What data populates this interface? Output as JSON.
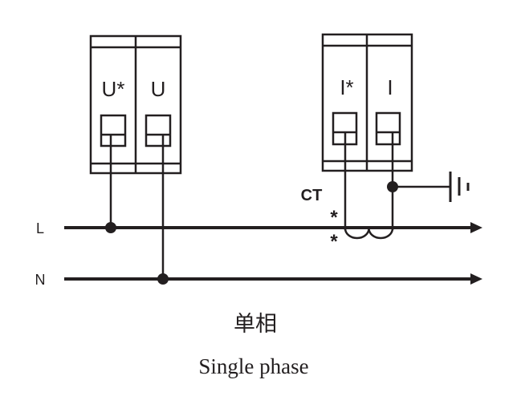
{
  "diagram": {
    "voltage_module": {
      "terminals": [
        {
          "label": "U*",
          "connects_to": "L"
        },
        {
          "label": "U",
          "connects_to": "N"
        }
      ]
    },
    "current_module": {
      "terminals": [
        {
          "label": "I*",
          "connects_to": "CT star end"
        },
        {
          "label": "I",
          "connects_to": "CT other end + ground"
        }
      ]
    },
    "lines": [
      {
        "label": "L"
      },
      {
        "label": "N"
      }
    ],
    "ct_label": "CT",
    "polarity_marks": [
      "*",
      "*"
    ],
    "ground": "ground-symbol"
  },
  "caption": {
    "chinese": "单相",
    "english": "Single phase"
  },
  "colors": {
    "line": "#231f20",
    "background": "#ffffff"
  }
}
